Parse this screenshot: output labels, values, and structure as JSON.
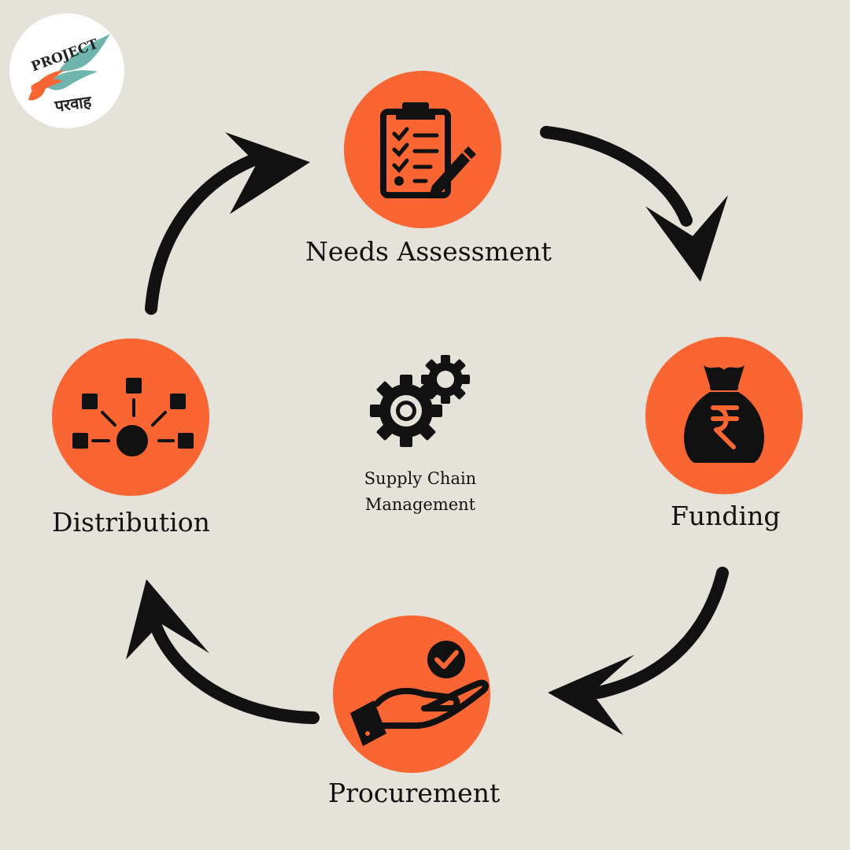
{
  "logo": {
    "line1": "PROJECT",
    "line2": "परवाह"
  },
  "colors": {
    "accent": "#f96633",
    "background": "#e4e2d9",
    "ink": "#111111",
    "teal": "#6fb5ad"
  },
  "steps": [
    {
      "label": "Needs Assessment",
      "icon": "clipboard-checklist-icon"
    },
    {
      "label": "Funding",
      "icon": "rupee-money-bag-icon"
    },
    {
      "label": "Procurement",
      "icon": "hand-with-check-icon"
    },
    {
      "label": "Distribution",
      "icon": "distribution-network-icon"
    }
  ],
  "center": {
    "icon": "gears-icon",
    "line1": "Supply Chain",
    "line2": "Management"
  }
}
